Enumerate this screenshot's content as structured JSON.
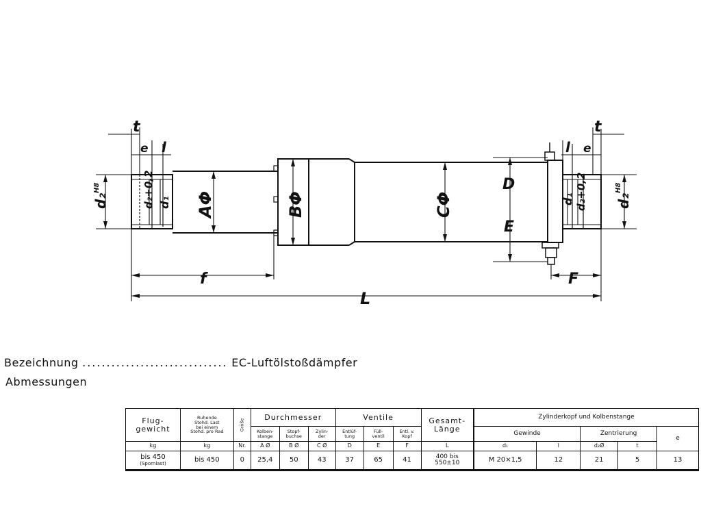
{
  "drawing": {
    "labels": {
      "t_left": "t",
      "e_left": "e",
      "l_left": "l",
      "d2_left": "d₂",
      "d2_left_sup": "H8",
      "d2_02_left": "d₂+0,2",
      "d1_left": "d₁",
      "A": "AΦ",
      "B": "BΦ",
      "C": "CΦ",
      "D": "D",
      "E": "E",
      "d1_right": "d₁",
      "d2_02_right": "d₂+0,2",
      "d2_right": "d₂",
      "d2_right_sup": "H8",
      "l_right": "l",
      "e_right": "e",
      "t_right": "t",
      "f": "f",
      "F": "F",
      "L": "L"
    }
  },
  "designation": {
    "label": "Bezeichnung",
    "dots": "..............................",
    "value": "EC-Luftölstoßdämpfer"
  },
  "dimensions_title": "Abmessungen",
  "table": {
    "h_flug": "Flug-\ngewicht",
    "h_ruhende": "Ruhende\nStohd. Last\nbei einem\nStohd. pro Rad",
    "h_groesse": "Größe",
    "h_durchmesser": "Durchmesser",
    "h_ventile": "Ventile",
    "h_gesamt": "Gesamt-\nLänge",
    "h_zylinder": "Zylinderkopf und Kolbenstange",
    "h_kolben": "Kolben-\nstange",
    "h_stopf": "Stopf-\nbuchse",
    "h_zyl": "Zylin-\nder",
    "h_entlueft": "Entlüf-\ntung",
    "h_fuell": "Füll-\nventil",
    "h_entlkopf": "Entl. v.\nKopf",
    "h_gewinde": "Gewinde",
    "h_zentrierung": "Zentrierung",
    "h_e": "e",
    "units": [
      "kg",
      "kg",
      "Nr.",
      "A Ø",
      "B Ø",
      "C Ø",
      "D",
      "E",
      "F",
      "L",
      "d₁",
      "l",
      "d₂Ø",
      "t"
    ],
    "row": {
      "flug": "bis 450",
      "flug_note": "(Spornlast)",
      "last": "bis 450",
      "groesse": "0",
      "A": "25,4",
      "B": "50",
      "C": "43",
      "D": "37",
      "E": "65",
      "F": "41",
      "L": "400 bis\n550±10",
      "d1": "M 20×1,5",
      "l": "12",
      "d2": "21",
      "t": "5",
      "e": "13"
    }
  }
}
